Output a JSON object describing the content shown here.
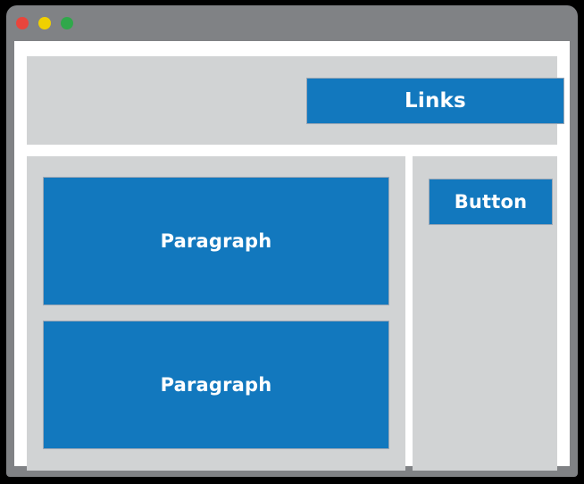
{
  "window": {
    "chrome_color": "#808285",
    "page_background": "#ffffff",
    "controls": [
      {
        "name": "close",
        "color": "#e8453c"
      },
      {
        "name": "minimize",
        "color": "#f0d000"
      },
      {
        "name": "maximize",
        "color": "#30a84b"
      }
    ]
  },
  "theme": {
    "block_fill": "#1278be",
    "panel_fill": "#d1d3d4",
    "block_text": "#ffffff",
    "block_border": "#9ba7b5",
    "backdrop": "#000000"
  },
  "layout": {
    "header": {
      "links_label": "Links"
    },
    "content": {
      "left_column": {
        "paragraphs": [
          {
            "label": "Paragraph"
          },
          {
            "label": "Paragraph"
          }
        ]
      },
      "right_column": {
        "button_label": "Button"
      }
    }
  }
}
